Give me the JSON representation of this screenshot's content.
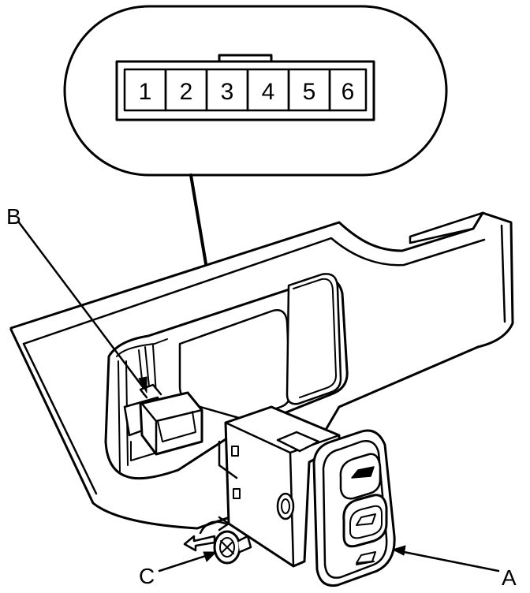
{
  "connector": {
    "pins": [
      "1",
      "2",
      "3",
      "4",
      "5",
      "6"
    ]
  },
  "callouts": {
    "a": "A",
    "b": "B",
    "c": "C"
  },
  "colors": {
    "line": "#000000",
    "fill": "#ffffff"
  }
}
